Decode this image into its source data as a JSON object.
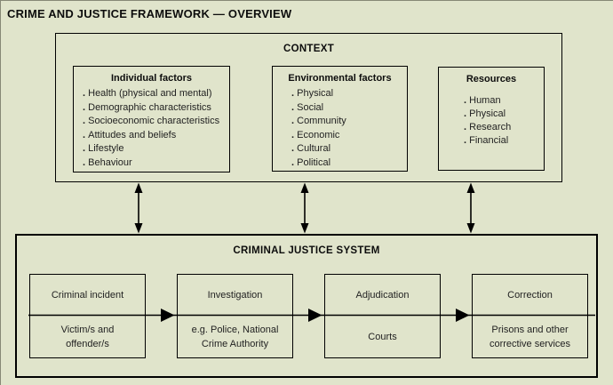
{
  "page_title": "CRIME AND JUSTICE FRAMEWORK — OVERVIEW",
  "context": {
    "title": "CONTEXT",
    "groups": [
      {
        "title": "Individual factors",
        "items": [
          "Health (physical and mental)",
          "Demographic characteristics",
          "Socioeconomic characteristics",
          "Attitudes and beliefs",
          "Lifestyle",
          "Behaviour"
        ]
      },
      {
        "title": "Environmental factors",
        "items": [
          "Physical",
          "Social",
          "Community",
          "Economic",
          "Cultural",
          "Political"
        ]
      },
      {
        "title": "Resources",
        "items": [
          "Human",
          "Physical",
          "Research",
          "Financial"
        ]
      }
    ]
  },
  "cjs": {
    "title": "CRIMINAL JUSTICE SYSTEM",
    "stages": [
      {
        "label": "Criminal incident",
        "detail": "Victim/s and offender/s"
      },
      {
        "label": "Investigation",
        "detail": "e.g. Police, National Crime Authority"
      },
      {
        "label": "Adjudication",
        "detail": "Courts"
      },
      {
        "label": "Correction",
        "detail": "Prisons and other corrective services"
      }
    ]
  },
  "connectors": {
    "context_cjs_link": "double-headed-vertical-arrows",
    "flow_direction": "left-to-right"
  },
  "colors": {
    "background": "#e0e4cb",
    "line": "#000000",
    "text": "#161616"
  }
}
